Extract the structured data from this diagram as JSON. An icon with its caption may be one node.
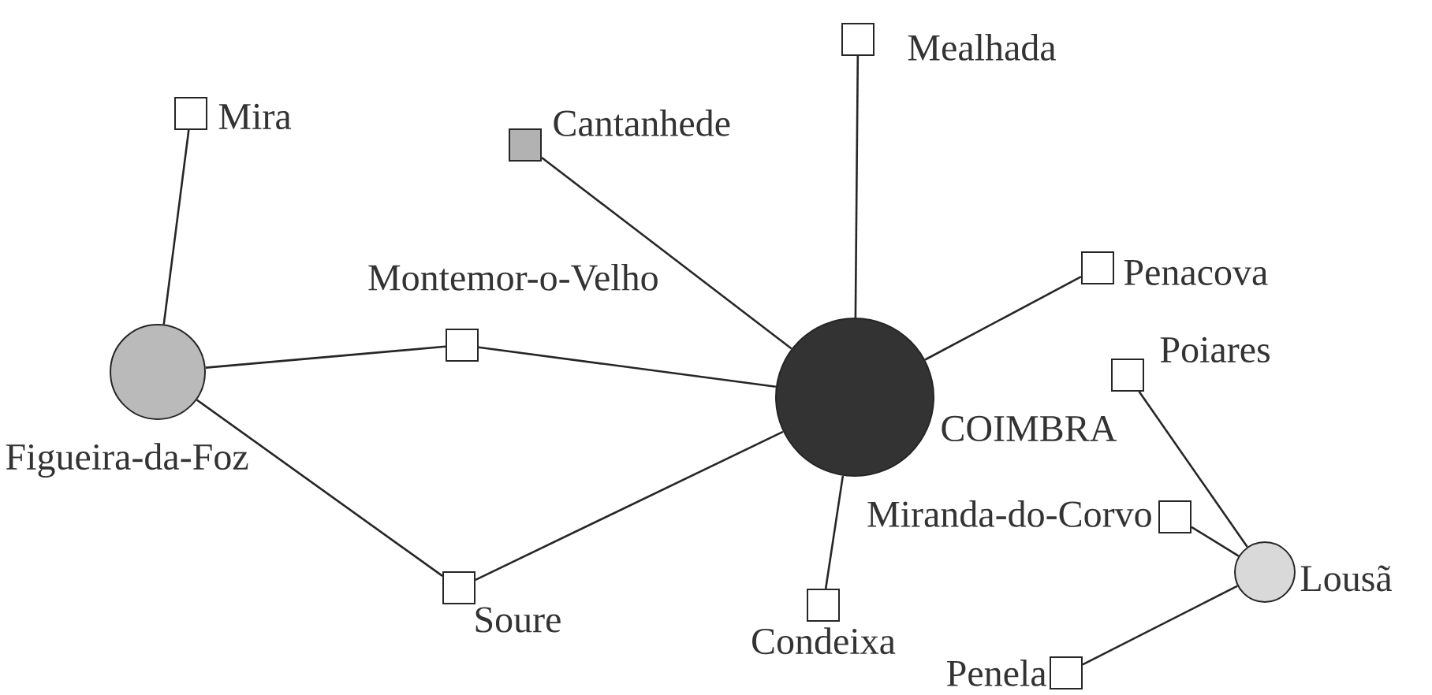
{
  "diagram": {
    "nodes": [
      {
        "text": [
          "Mealhada"
        ]
      },
      {
        "text": [
          "Mira"
        ]
      },
      {
        "text": [
          "Cantanhede"
        ]
      },
      {
        "text": [
          "Penacova"
        ]
      },
      {
        "text": [
          "Montemor-o-Velho"
        ]
      },
      {
        "text": [
          "Figueira-da-Foz"
        ]
      },
      {
        "text": [
          "Poiares"
        ]
      },
      {
        "text": [
          "COIMBRA"
        ]
      },
      {
        "text": [
          "Miranda-do-Corvo"
        ]
      },
      {
        "text": [
          "Lousã"
        ]
      },
      {
        "text": [
          "Soure"
        ]
      },
      {
        "text": [
          "Condeixa"
        ]
      },
      {
        "text": [
          "Penela"
        ]
      }
    ],
    "edges": [
      {
        "from": 1,
        "to": 5,
        "arrow": "none"
      },
      {
        "from": 5,
        "to": 4,
        "arrow": "none"
      },
      {
        "from": 4,
        "to": 7,
        "arrow": "none"
      },
      {
        "from": 5,
        "to": 10,
        "arrow": "none"
      },
      {
        "from": 10,
        "to": 7,
        "arrow": "none"
      },
      {
        "from": 2,
        "to": 7,
        "arrow": "none"
      },
      {
        "from": 0,
        "to": 7,
        "arrow": "none"
      },
      {
        "from": 3,
        "to": 7,
        "arrow": "none"
      },
      {
        "from": 11,
        "to": 7,
        "arrow": "none"
      },
      {
        "from": 6,
        "to": 9,
        "arrow": "none"
      },
      {
        "from": 8,
        "to": 9,
        "arrow": "none"
      },
      {
        "from": 12,
        "to": 9,
        "arrow": "none"
      }
    ]
  }
}
